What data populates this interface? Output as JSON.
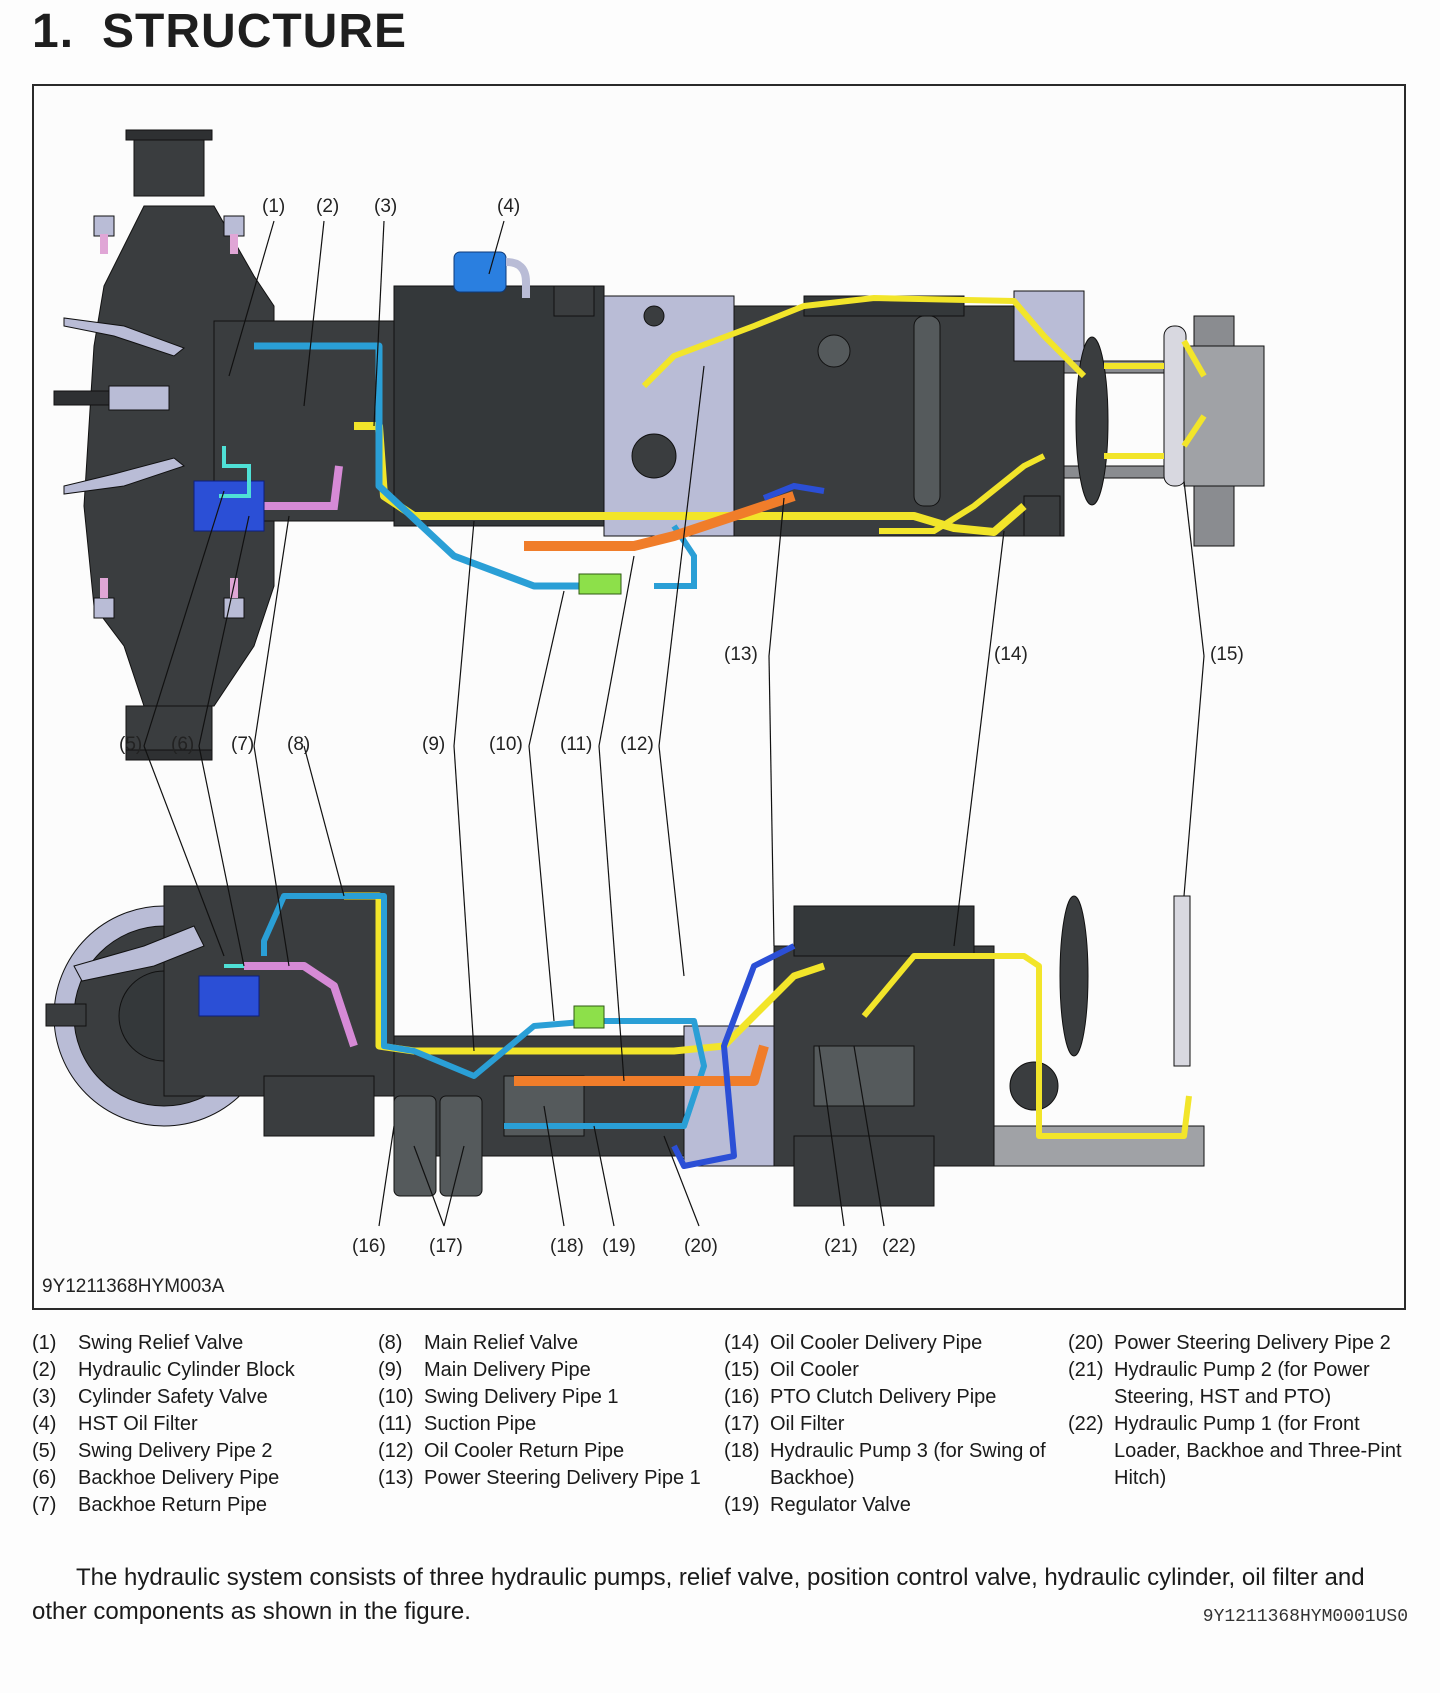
{
  "section": {
    "number": "1.",
    "title": "STRUCTURE"
  },
  "figure": {
    "id": "9Y1211368HYM003A",
    "colors": {
      "main_delivery_pipe": "#f2e52a",
      "swing_pipe": "#2a9fd6",
      "suction_pipe": "#f07d2a",
      "return_pipe": "#d68ad6",
      "backhoe_delivery": "#2b4fd6",
      "swing_relief": "#4fe0d6",
      "hst_filter": "#2a7fe0",
      "regulator": "#8de04a",
      "body_dark": "#3a3d3f",
      "body_light": "#b9bcd6"
    },
    "callouts_top_view": [
      "(1)",
      "(2)",
      "(3)",
      "(4)"
    ],
    "callouts_middle": [
      "(5)",
      "(6)",
      "(7)",
      "(8)",
      "(9)",
      "(10)",
      "(11)",
      "(12)",
      "(13)",
      "(14)",
      "(15)"
    ],
    "callouts_bottom_view": [
      "(16)",
      "(17)",
      "(18)",
      "(19)",
      "(20)",
      "(21)",
      "(22)"
    ]
  },
  "legend": {
    "col1": [
      {
        "idx": "(1)",
        "text": "Swing Relief Valve"
      },
      {
        "idx": "(2)",
        "text": "Hydraulic Cylinder Block"
      },
      {
        "idx": "(3)",
        "text": "Cylinder Safety Valve"
      },
      {
        "idx": "(4)",
        "text": "HST Oil Filter"
      },
      {
        "idx": "(5)",
        "text": "Swing Delivery Pipe 2"
      },
      {
        "idx": "(6)",
        "text": "Backhoe Delivery Pipe"
      },
      {
        "idx": "(7)",
        "text": "Backhoe Return Pipe"
      }
    ],
    "col2": [
      {
        "idx": "(8)",
        "text": "Main Relief Valve"
      },
      {
        "idx": "(9)",
        "text": "Main Delivery Pipe"
      },
      {
        "idx": "(10)",
        "text": "Swing Delivery Pipe 1"
      },
      {
        "idx": "(11)",
        "text": "Suction Pipe"
      },
      {
        "idx": "(12)",
        "text": "Oil Cooler Return Pipe"
      },
      {
        "idx": "(13)",
        "text": "Power Steering Delivery Pipe 1"
      }
    ],
    "col3": [
      {
        "idx": "(14)",
        "text": "Oil Cooler Delivery Pipe"
      },
      {
        "idx": "(15)",
        "text": "Oil Cooler"
      },
      {
        "idx": "(16)",
        "text": "PTO Clutch Delivery Pipe"
      },
      {
        "idx": "(17)",
        "text": "Oil Filter"
      },
      {
        "idx": "(18)",
        "text": "Hydraulic Pump 3 (for Swing of Backhoe)"
      },
      {
        "idx": "(19)",
        "text": "Regulator Valve"
      }
    ],
    "col4": [
      {
        "idx": "(20)",
        "text": "Power Steering Delivery Pipe 2"
      },
      {
        "idx": "(21)",
        "text": "Hydraulic Pump 2 (for Power Steering, HST and PTO)"
      },
      {
        "idx": "(22)",
        "text": "Hydraulic Pump 1 (for Front Loader, Backhoe and Three-Pint Hitch)"
      }
    ]
  },
  "body_text": "The hydraulic system consists of three hydraulic pumps, relief valve, position control valve, hydraulic cylinder, oil filter and other components as shown in the figure.",
  "doc_code": "9Y1211368HYM0001US0"
}
